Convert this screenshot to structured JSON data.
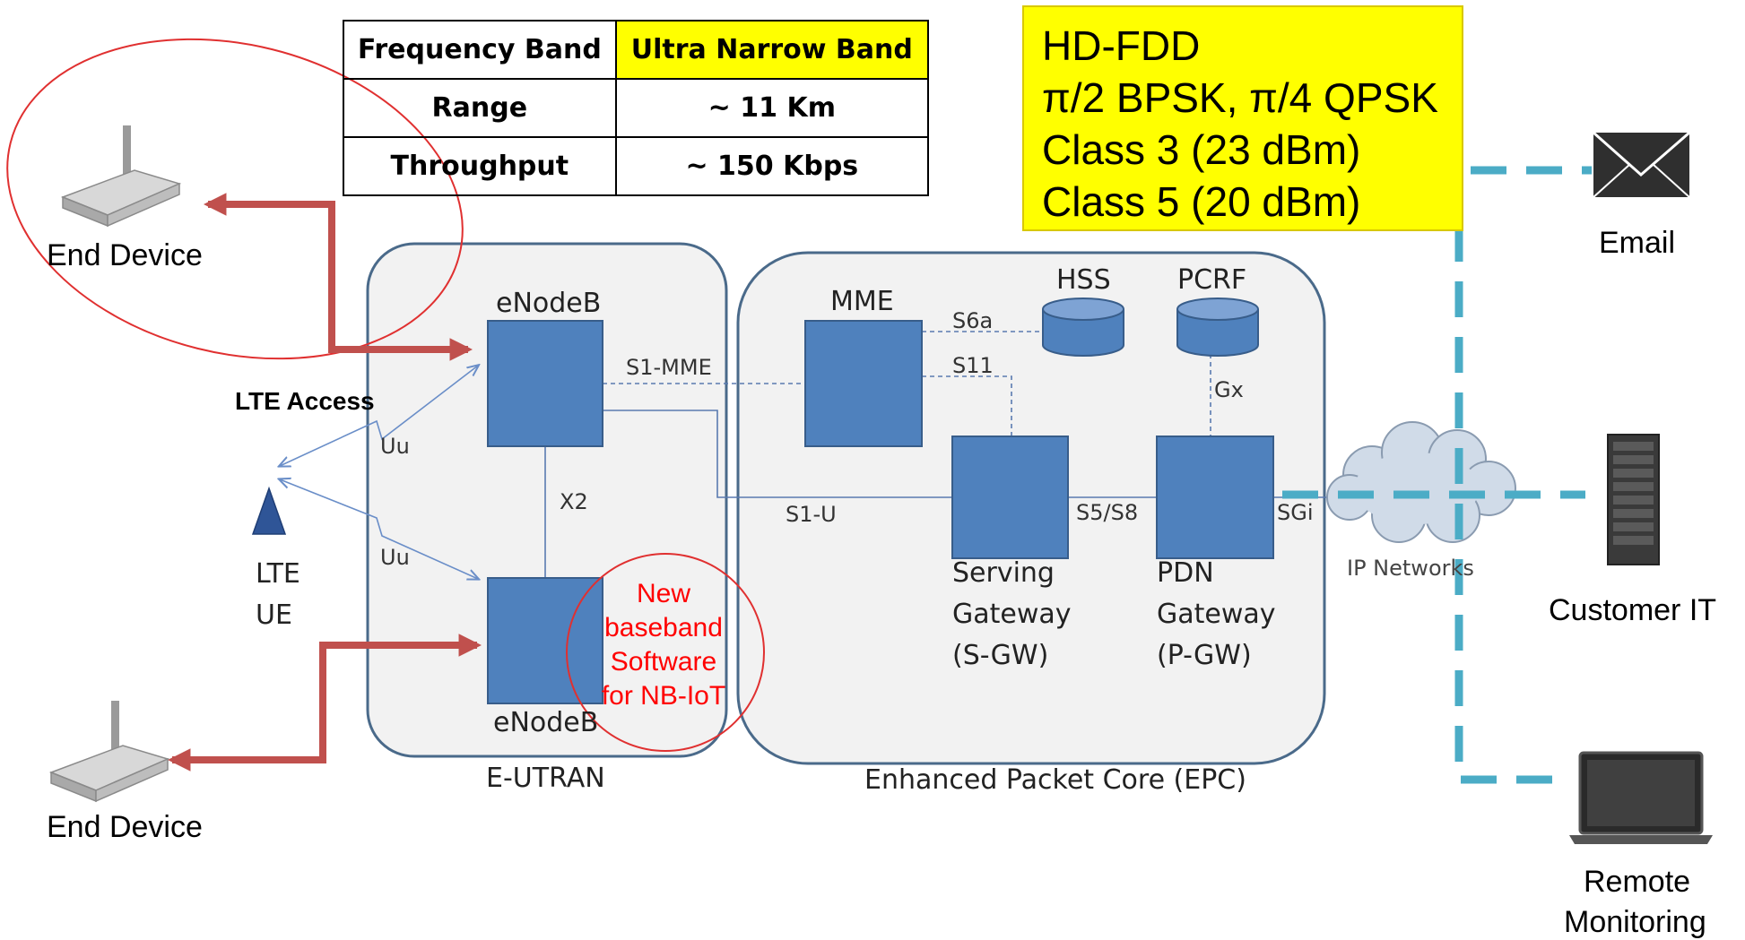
{
  "spec_table": {
    "header": [
      "Frequency Band",
      "Ultra Narrow Band"
    ],
    "rows": [
      [
        "Range",
        "~ 11 Km"
      ],
      [
        "Throughput",
        "~ 150 Kbps"
      ]
    ]
  },
  "notes": [
    "HD-FDD",
    "π/2 BPSK, π/4 QPSK",
    "Class 3 (23 dBm)",
    "Class 5 (20 dBm)"
  ],
  "devices": {
    "end_device_top": "End Device",
    "end_device_bottom": "End Device",
    "lte_access": "LTE Access",
    "lte_ue": [
      "LTE",
      "UE"
    ]
  },
  "eutran": {
    "enodeb_top": "eNodeB",
    "enodeb_bottom": "eNodeB",
    "label": "E-UTRAN",
    "uu_top": "Uu",
    "uu_bottom": "Uu",
    "x2": "X2",
    "annotation": [
      "New",
      "baseband",
      "Software",
      "for NB-IoT"
    ]
  },
  "epc": {
    "label": "Enhanced Packet Core (EPC)",
    "mme": "MME",
    "hss": "HSS",
    "pcrf": "PCRF",
    "sgw": [
      "Serving",
      "Gateway",
      "(S-GW)"
    ],
    "pgw": [
      "PDN",
      "Gateway",
      "(P-GW)"
    ],
    "interfaces": {
      "s1_mme": "S1-MME",
      "s1_u": "S1-U",
      "s6a": "S6a",
      "s11": "S11",
      "gx": "Gx",
      "s5_s8": "S5/S8",
      "sgi": "SGi"
    }
  },
  "ip_networks": "IP Networks",
  "endpoints": {
    "email": "Email",
    "customer_it": "Customer IT",
    "remote_monitoring": [
      "Remote",
      "Monitoring"
    ]
  },
  "colors": {
    "node_fill": "#4f81bd",
    "node_stroke": "#385d8a",
    "arrow_red": "#c0504d",
    "dashed_teal": "#4bacc6",
    "annotation_red": "#ff0000",
    "highlight_yellow": "#ffff00",
    "panel_fill": "#f2f2f2",
    "panel_stroke": "#4a6a8a"
  },
  "icons": [
    "router-icon",
    "antenna-icon",
    "database-icon",
    "cloud-icon",
    "envelope-icon",
    "server-tower-icon",
    "laptop-icon"
  ]
}
